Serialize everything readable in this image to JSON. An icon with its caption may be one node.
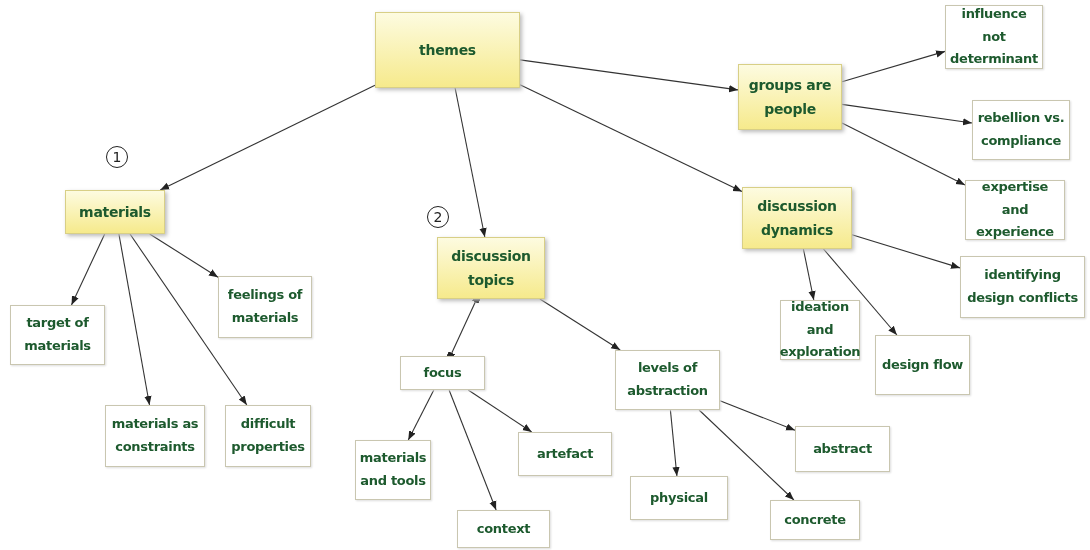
{
  "diagram": {
    "nodes": [
      {
        "text": [
          "themes"
        ]
      },
      {
        "text": [
          "groups are people"
        ]
      },
      {
        "text": [
          "influence not determinant"
        ]
      },
      {
        "text": [
          "rebellion vs. compliance"
        ]
      },
      {
        "text": [
          "materials"
        ]
      },
      {
        "text": [
          "discussion topics"
        ]
      },
      {
        "text": [
          "discussion dynamics"
        ]
      },
      {
        "text": [
          "expertise and experience"
        ]
      },
      {
        "text": [
          "target of materials"
        ]
      },
      {
        "text": [
          "feelings of materials"
        ]
      },
      {
        "text": [
          "ideation and exploration"
        ]
      },
      {
        "text": [
          "identifying design conflicts"
        ]
      },
      {
        "text": [
          "focus"
        ]
      },
      {
        "text": [
          "levels of abstraction"
        ]
      },
      {
        "text": [
          "design flow"
        ]
      },
      {
        "text": [
          "materials as constraints"
        ]
      },
      {
        "text": [
          "difficult properties"
        ]
      },
      {
        "text": [
          "materials and tools"
        ]
      },
      {
        "text": [
          "artefact"
        ]
      },
      {
        "text": [
          "abstract"
        ]
      },
      {
        "text": [
          "physical"
        ]
      },
      {
        "text": [
          "concrete"
        ]
      },
      {
        "text": [
          "context"
        ]
      }
    ],
    "edges": [
      {
        "from": 0,
        "to": 4,
        "arrow": "to"
      },
      {
        "from": 0,
        "to": 5,
        "arrow": "to"
      },
      {
        "from": 0,
        "to": 1,
        "arrow": "to"
      },
      {
        "from": 0,
        "to": 6,
        "arrow": "to"
      },
      {
        "from": 1,
        "to": 2,
        "arrow": "to"
      },
      {
        "from": 1,
        "to": 3,
        "arrow": "to"
      },
      {
        "from": 1,
        "to": 7,
        "arrow": "to"
      },
      {
        "from": 4,
        "to": 8,
        "arrow": "to"
      },
      {
        "from": 4,
        "to": 15,
        "arrow": "to"
      },
      {
        "from": 4,
        "to": 16,
        "arrow": "to"
      },
      {
        "from": 4,
        "to": 9,
        "arrow": "to"
      },
      {
        "from": 5,
        "to": 12,
        "arrow": "other"
      },
      {
        "from": 5,
        "to": 13,
        "arrow": "to"
      },
      {
        "from": 12,
        "to": 17,
        "arrow": "to"
      },
      {
        "from": 12,
        "to": 22,
        "arrow": "to"
      },
      {
        "from": 12,
        "to": 18,
        "arrow": "to"
      },
      {
        "from": 13,
        "to": 20,
        "arrow": "to"
      },
      {
        "from": 13,
        "to": 21,
        "arrow": "to"
      },
      {
        "from": 13,
        "to": 19,
        "arrow": "to"
      },
      {
        "from": 6,
        "to": 10,
        "arrow": "to"
      },
      {
        "from": 6,
        "to": 14,
        "arrow": "to"
      },
      {
        "from": 6,
        "to": 11,
        "arrow": "to"
      }
    ],
    "labels": [
      "1",
      "2"
    ]
  }
}
